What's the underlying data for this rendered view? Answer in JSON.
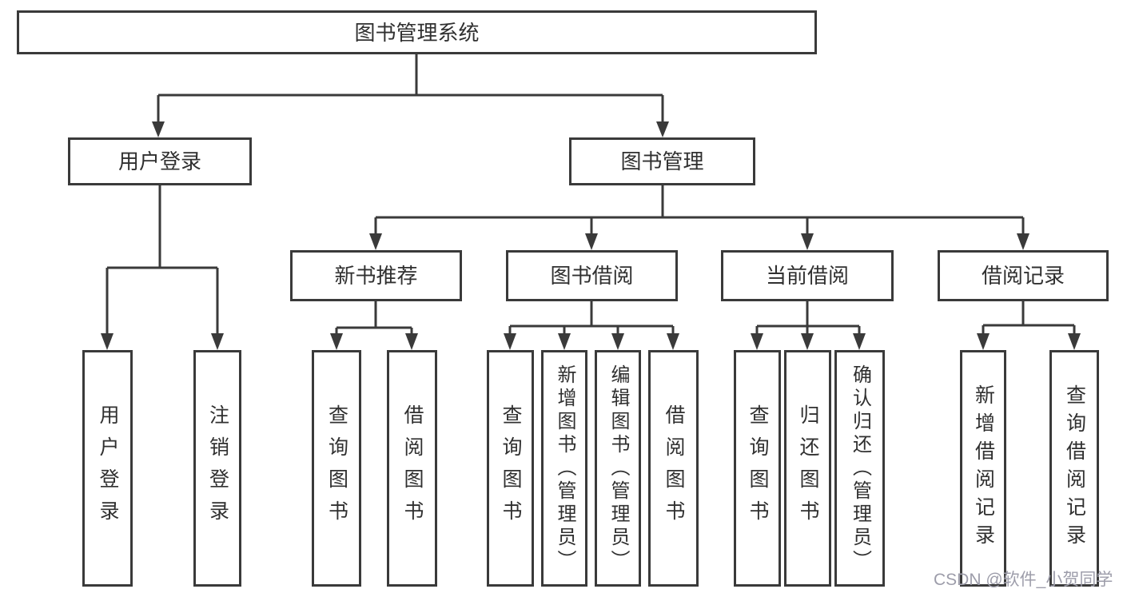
{
  "diagram": {
    "watermark": "CSDN @软件_小贺同学",
    "colors": {
      "background": "#ffffff",
      "line": "#3a3a3a",
      "text": "#303030",
      "watermark": "#9d9daa"
    },
    "nodes": {
      "root": {
        "label": "图书管理系统"
      },
      "userLogin": {
        "label": "用户登录"
      },
      "bookManagement": {
        "label": "图书管理"
      },
      "newBooks": {
        "label": "新书推荐"
      },
      "bookBorrow": {
        "label": "图书借阅"
      },
      "currentBorrow": {
        "label": "当前借阅"
      },
      "borrowRecords": {
        "label": "借阅记录"
      },
      "leaves": [
        {
          "label": "用户登录"
        },
        {
          "label": "注销登录"
        },
        {
          "label": "查询图书"
        },
        {
          "label": "借阅图书"
        },
        {
          "label": "查询图书"
        },
        {
          "label": "新增图书（管理员）"
        },
        {
          "label": "编辑图书（管理员）"
        },
        {
          "label": "借阅图书"
        },
        {
          "label": "查询图书"
        },
        {
          "label": "归还图书"
        },
        {
          "label": "确认归还（管理员）"
        },
        {
          "label": "新增借阅记录"
        },
        {
          "label": "查询借阅记录"
        }
      ]
    },
    "hierarchy": {
      "root": [
        "用户登录",
        "图书管理"
      ],
      "用户登录": [
        "用户登录",
        "注销登录"
      ],
      "图书管理": [
        "新书推荐",
        "图书借阅",
        "当前借阅",
        "借阅记录"
      ],
      "新书推荐": [
        "查询图书",
        "借阅图书"
      ],
      "图书借阅": [
        "查询图书",
        "新增图书（管理员）",
        "编辑图书（管理员）",
        "借阅图书"
      ],
      "当前借阅": [
        "查询图书",
        "归还图书",
        "确认归还（管理员）"
      ],
      "借阅记录": [
        "新增借阅记录",
        "查询借阅记录"
      ]
    }
  }
}
